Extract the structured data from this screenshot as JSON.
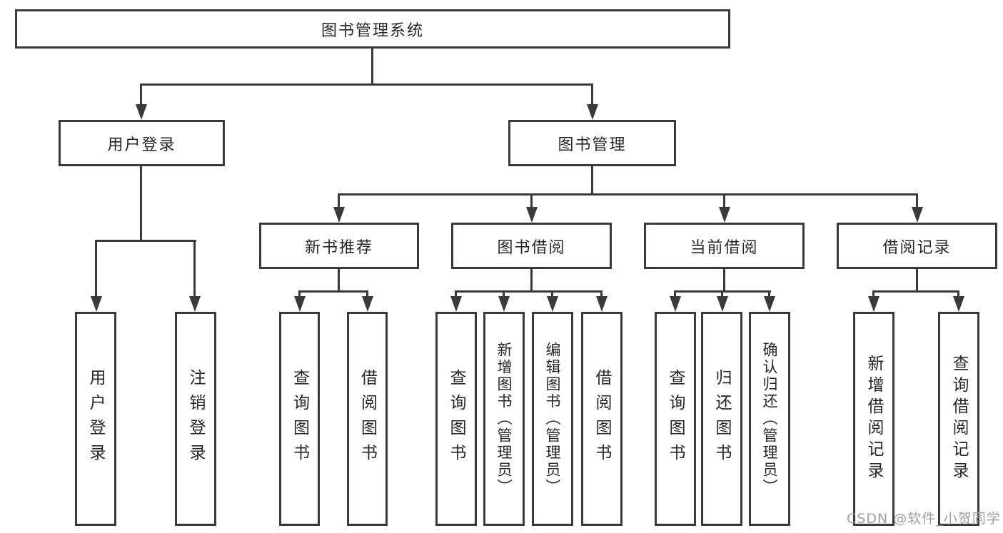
{
  "diagram": {
    "title": "图书管理系统",
    "user_login": {
      "label": "用户登录",
      "children": [
        "用户登录",
        "注销登录"
      ]
    },
    "book_management": {
      "label": "图书管理",
      "new_book": {
        "label": "新书推荐",
        "children": [
          "查询图书",
          "借阅图书"
        ]
      },
      "borrowing": {
        "label": "图书借阅",
        "children": [
          "查询图书",
          "新增图书（管理员）",
          "编辑图书（管理员）",
          "借阅图书"
        ]
      },
      "current": {
        "label": "当前借阅",
        "children": [
          "查询图书",
          "归还图书",
          "确认归还（管理员）"
        ]
      },
      "records": {
        "label": "借阅记录",
        "children": [
          "新增借阅记录",
          "查询借阅记录"
        ]
      }
    }
  },
  "watermark": {
    "text": "CSDN @软件_小贺同学"
  },
  "colors": {
    "line": "#3a3a3a",
    "text": "#262626",
    "watermark": "#9b9b9b",
    "background": "#ffffff"
  }
}
